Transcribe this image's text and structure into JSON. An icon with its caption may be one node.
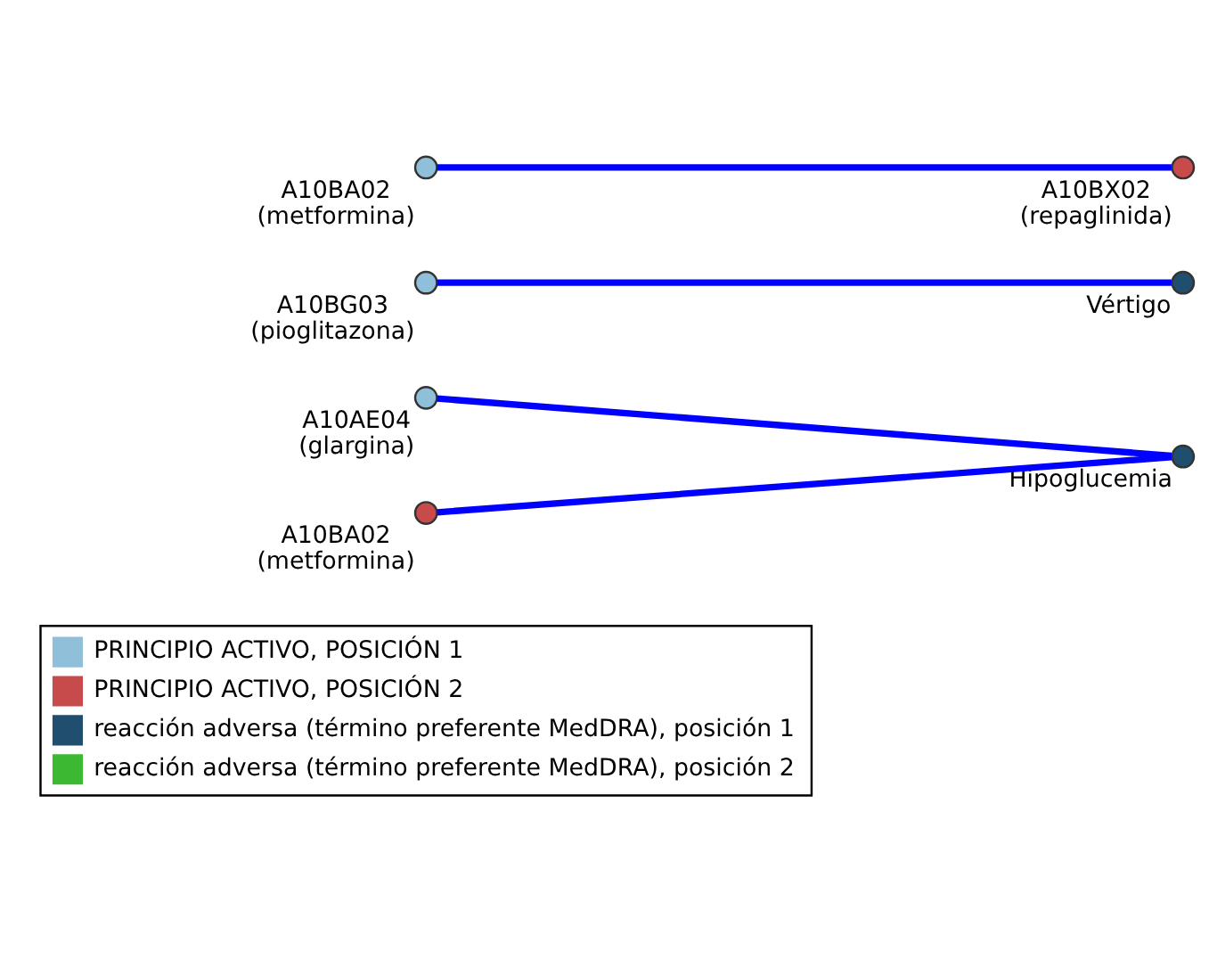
{
  "diagram": {
    "nodes": [
      {
        "text": [],
        "shape": "circle",
        "beside": [
          "A10AE04",
          "(glargina)"
        ]
      },
      {
        "text": [],
        "shape": "circle",
        "beside": [
          "Vértigo"
        ]
      },
      {
        "text": [],
        "shape": "circle",
        "beside": [
          "A10BA02",
          "(metformina)"
        ]
      },
      {
        "text": [],
        "shape": "circle",
        "beside": [
          "Hipoglucemia"
        ]
      },
      {
        "text": [],
        "shape": "circle",
        "beside": [
          "A10BG03",
          "(pioglitazona)"
        ]
      },
      {
        "text": [],
        "shape": "circle",
        "beside": [
          "A10BX02",
          "(repaglinida)"
        ]
      },
      {
        "text": [],
        "shape": "circle",
        "beside": [
          "A10BA02",
          "(metformina)"
        ]
      }
    ],
    "edges": [
      {
        "from": 0,
        "to": 3,
        "arrow": "none"
      },
      {
        "from": 2,
        "to": 5,
        "arrow": "none"
      },
      {
        "from": 4,
        "to": 1,
        "arrow": "none"
      },
      {
        "from": 6,
        "to": 3,
        "arrow": "none"
      }
    ],
    "legend": [
      {
        "text": "PRINCIPIO ACTIVO, POSICIÓN 1",
        "color": "#8fbfd9"
      },
      {
        "text": "PRINCIPIO ACTIVO, POSICIÓN 2",
        "color": "#c84b4b"
      },
      {
        "text": "reacción adversa (término preferente MedDRA), posición 1",
        "color": "#1f4e6e"
      },
      {
        "text": "reacción adversa (término preferente MedDRA), posición 2",
        "color": "#3cb832"
      }
    ]
  }
}
